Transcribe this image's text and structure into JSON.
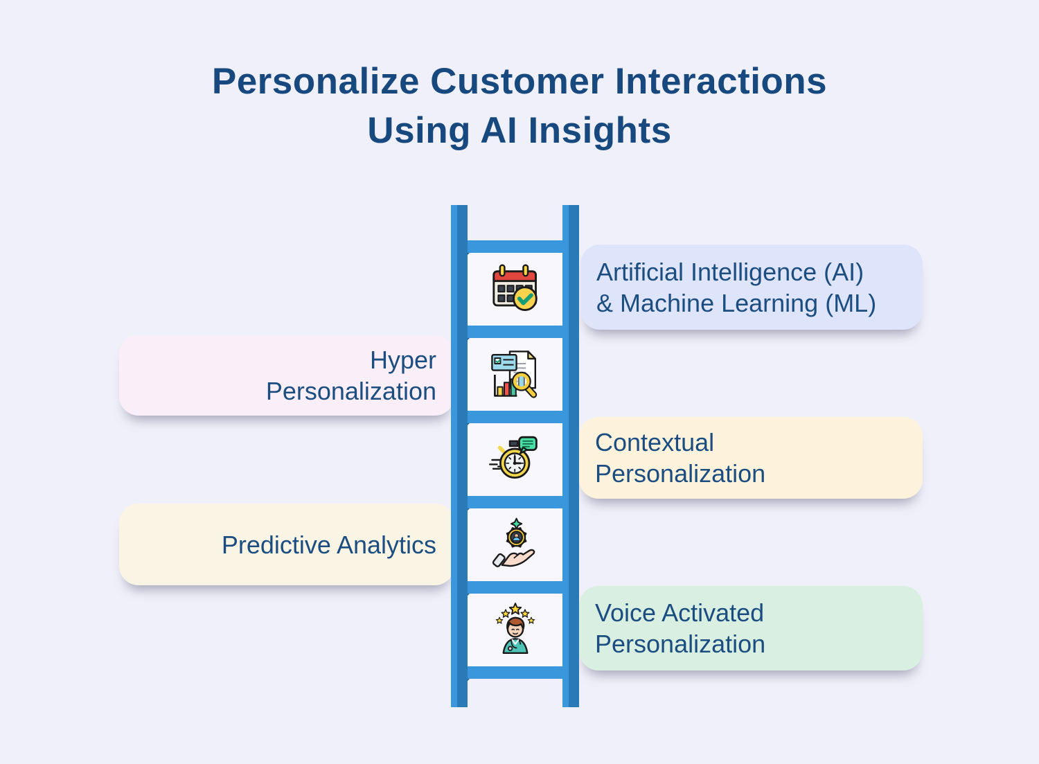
{
  "title": {
    "line1": "Personalize Customer Interactions",
    "line2": "Using AI Insights"
  },
  "colors": {
    "background": "#F0F0FA",
    "title_text": "#17497F",
    "label_text": "#1C4D80",
    "ladder_light": "#3B97DC",
    "ladder_dark": "#2A7AB8",
    "ladder_notch": "#1E5E92",
    "icon_box_bg": "#F7F7FD"
  },
  "steps": [
    {
      "side": "right",
      "bg": "#DEE4FA",
      "icon": "calendar-check-icon",
      "lines": [
        "Artificial Intelligence (AI)",
        "& Machine Learning (ML)"
      ]
    },
    {
      "side": "left",
      "bg": "#FAEFF8",
      "icon": "report-analysis-icon",
      "lines": [
        "Hyper",
        "Personalization"
      ]
    },
    {
      "side": "right",
      "bg": "#FDF3DC",
      "icon": "stopwatch-chat-icon",
      "lines": [
        "Contextual",
        "Personalization"
      ]
    },
    {
      "side": "left",
      "bg": "#FAF4E4",
      "icon": "hand-gear-icon",
      "lines": [
        "Predictive Analytics"
      ]
    },
    {
      "side": "right",
      "bg": "#D8EFE2",
      "icon": "person-stars-icon",
      "lines": [
        "Voice Activated",
        "Personalization"
      ]
    }
  ]
}
